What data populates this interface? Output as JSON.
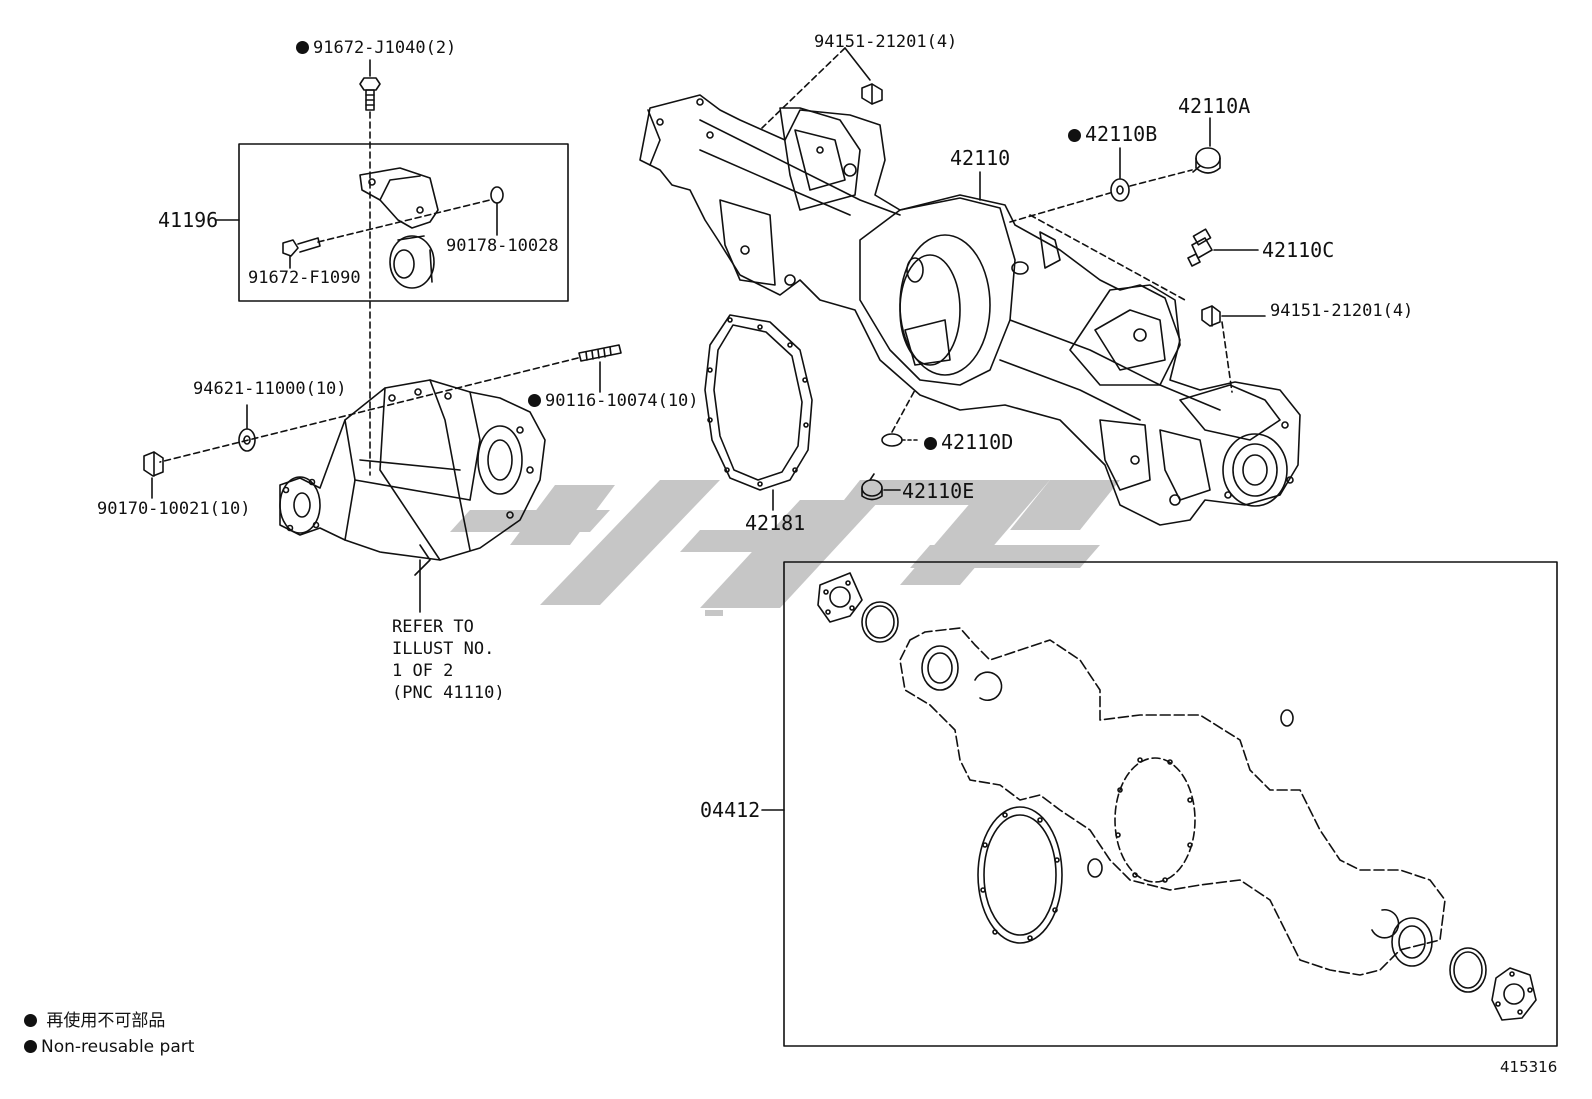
{
  "labels": {
    "p91672_J1040": "91672-J1040(2)",
    "p41196": "41196",
    "p90178_10028": "90178-10028",
    "p91672_F1090": "91672-F1090",
    "p94621_11000": "94621-11000(10)",
    "p90116_10074": "90116-10074(10)",
    "p90170_10021": "90170-10021(10)",
    "p94151_21201_top": "94151-21201(4)",
    "p42110": "42110",
    "p42110B": "42110B",
    "p42110A": "42110A",
    "p42110C": "42110C",
    "p94151_21201_right": "94151-21201(4)",
    "p42110D": "42110D",
    "p42110E": "42110E",
    "p42181": "42181",
    "p04412": "04412"
  },
  "refer_note": "REFER TO\nILLUST NO.\n1 OF 2\n(PNC 41110)",
  "legend": {
    "japanese": "再使用不可部品",
    "english": "Non-reusable part"
  },
  "figure_number": "415316",
  "colors": {
    "line": "#111111",
    "watermark": "#c4c4c4"
  }
}
